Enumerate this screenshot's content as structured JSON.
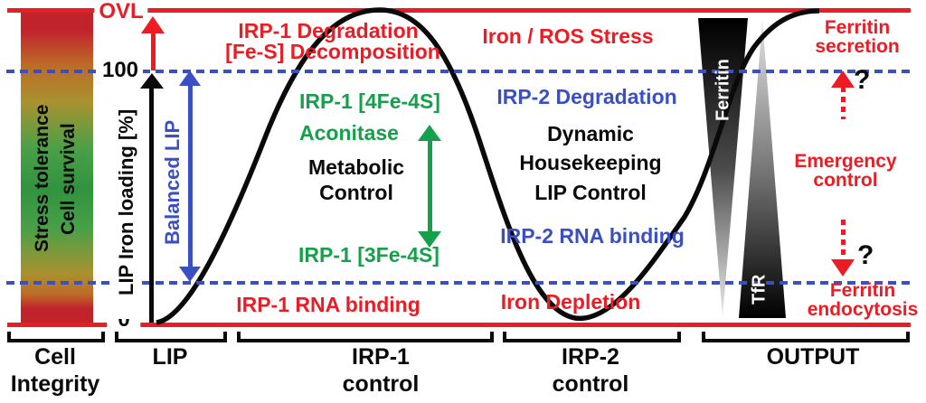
{
  "figure": {
    "axis": {
      "overload": "OVL",
      "max": "100",
      "min": "0",
      "y_label": "LIP Iron loading [%]",
      "balanced_range": "Balanced LIP"
    },
    "cell_bar": {
      "stress": "Stress tolerance",
      "survival": "Cell survival"
    },
    "irp1": {
      "degradation_l1": "IRP-1 Degradation",
      "degradation_l2": "[Fe-S] Decomposition",
      "holo": "IRP-1 [4Fe-4S]",
      "aconitase": "Aconitase",
      "metabolic_l1": "Metabolic",
      "metabolic_l2": "Control",
      "apo": "IRP-1 [3Fe-4S]",
      "rna_binding": "IRP-1 RNA binding"
    },
    "irp2": {
      "stress": "Iron / ROS Stress",
      "degradation": "IRP-2 Degradation",
      "house_l1": "Dynamic",
      "house_l2": "Housekeeping",
      "house_l3": "LIP Control",
      "rna_binding": "IRP-2 RNA binding",
      "depletion": "Iron Depletion"
    },
    "output": {
      "ferritin_bar": "Ferritin",
      "tfr_bar": "TfR",
      "secretion_l1": "Ferritin",
      "secretion_l2": "secretion",
      "emergency_l1": "Emergency",
      "emergency_l2": "control",
      "endocytosis_l1": "Ferritin",
      "endocytosis_l2": "endocytosis",
      "question_up": "?",
      "question_down": "?"
    },
    "brackets": [
      {
        "l1": "Cell",
        "l2": "Integrity"
      },
      {
        "l1": "LIP",
        "l2": ""
      },
      {
        "l1": "IRP-1",
        "l2": "control"
      },
      {
        "l1": "IRP-2",
        "l2": "control"
      },
      {
        "l1": "OUTPUT",
        "l2": ""
      }
    ],
    "colors": {
      "red": "#ED1C24",
      "blue": "#3B4FC4",
      "green": "#17A04B",
      "black": "#0A0A0A"
    }
  }
}
